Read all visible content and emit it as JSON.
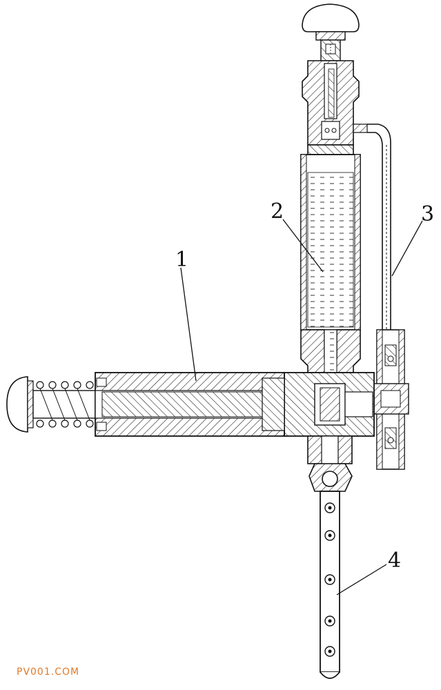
{
  "figure": {
    "labels": [
      {
        "id": "label-1",
        "text": "1"
      },
      {
        "id": "label-2",
        "text": "2"
      },
      {
        "id": "label-3",
        "text": "3"
      },
      {
        "id": "label-4",
        "text": "4"
      }
    ],
    "watermark": "PV001.COM",
    "colors": {
      "line": "#111111",
      "watermark": "#e07a2a",
      "background": "#ffffff"
    }
  }
}
